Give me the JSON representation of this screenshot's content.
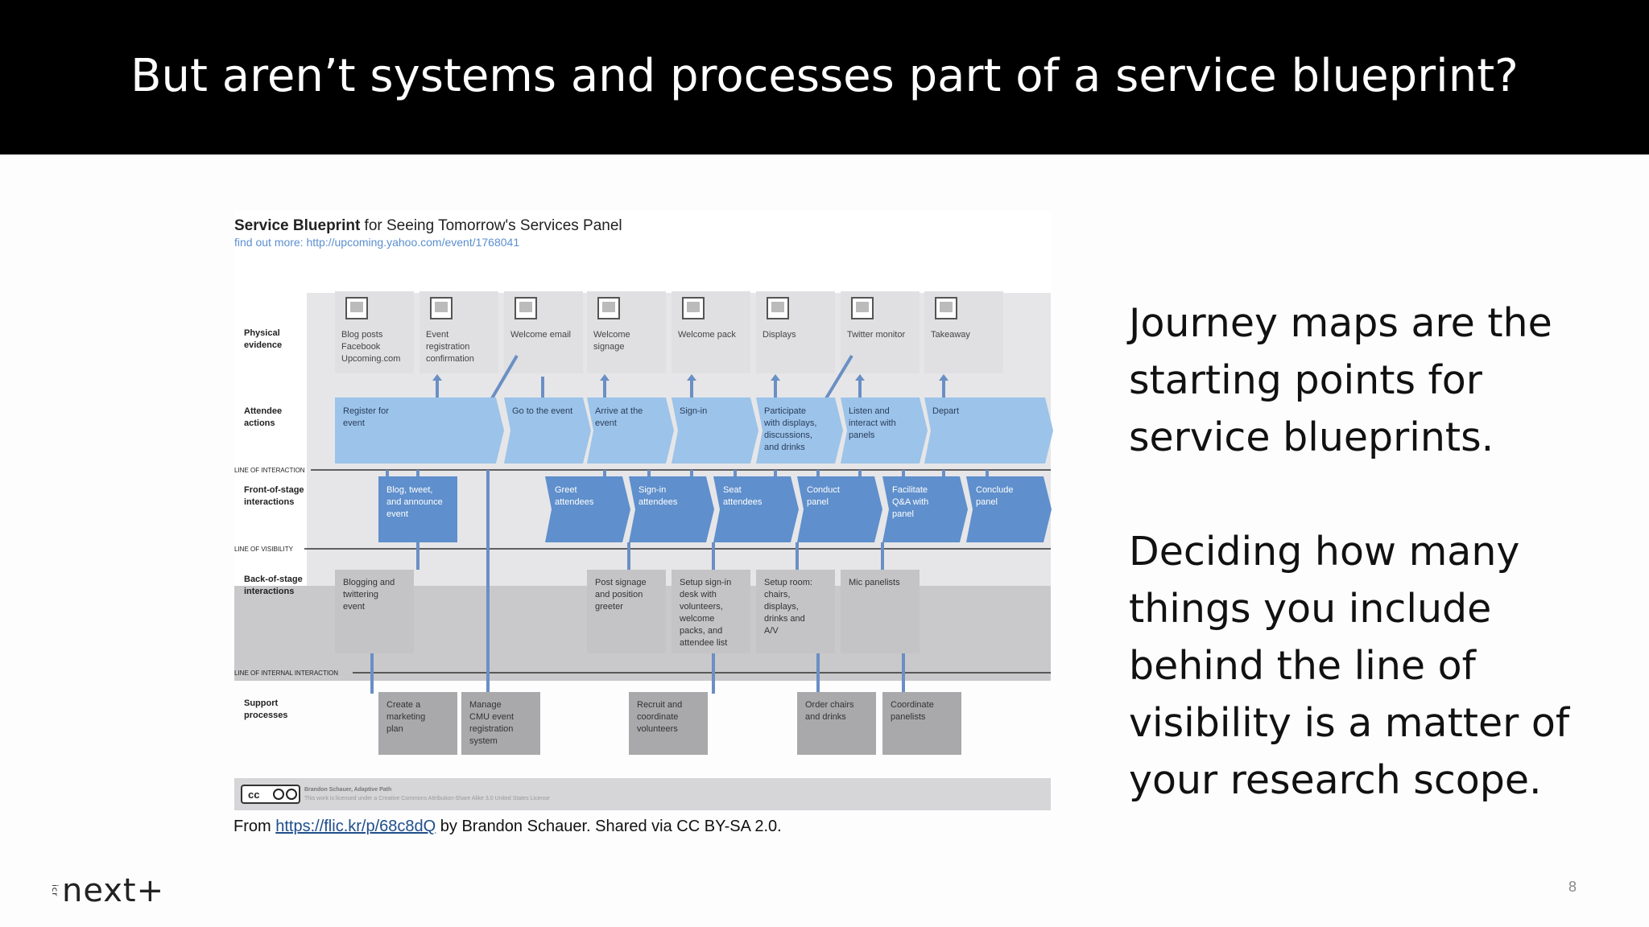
{
  "slide": {
    "title": "But aren’t systems and processes part of a service blueprint?",
    "paragraph_1": "Journey maps are the starting points for service blueprints.",
    "paragraph_2": "Deciding how many things you include behind the line of visibility is a matter of your research scope.",
    "caption_prefix": "From ",
    "caption_link": "https://flic.kr/p/68c8dQ",
    "caption_suffix": " by Brandon Schauer. Shared via CC BY-SA 2.0.",
    "logo": "next",
    "logo_small": "icr",
    "page_number": "8"
  },
  "blueprint": {
    "title_bold": "Service Blueprint",
    "title_rest": " for Seeing Tomorrow's Services Panel",
    "subtitle": "find out more: http://upcoming.yahoo.com/event/1768041",
    "row_labels": {
      "physical": [
        "Physical",
        "evidence"
      ],
      "attendee": [
        "Attendee",
        "actions"
      ],
      "front": [
        "Front-of-stage",
        "interactions"
      ],
      "back": [
        "Back-of-stage",
        "interactions"
      ],
      "support": [
        "Support",
        "processes"
      ]
    },
    "lines": {
      "interaction": "LINE OF INTERACTION",
      "visibility": "LINE OF VISIBILITY",
      "internal": "LINE OF INTERNAL INTERACTION"
    },
    "physical_evidence": [
      [
        "Blog posts",
        "Facebook",
        "Upcoming.com"
      ],
      [
        "Event",
        "registration",
        "confirmation"
      ],
      [
        "Welcome email"
      ],
      [
        "Welcome",
        "signage"
      ],
      [
        "Welcome pack"
      ],
      [
        "Displays"
      ],
      [
        "Twitter monitor"
      ],
      [
        "Takeaway"
      ]
    ],
    "attendee_actions": [
      [
        "Register for",
        "event"
      ],
      [
        "Go to the event"
      ],
      [
        "Arrive at the",
        "event"
      ],
      [
        "Sign-in"
      ],
      [
        "Participate",
        "with displays,",
        "discussions,",
        "and drinks"
      ],
      [
        "Listen and",
        "interact with",
        "panels"
      ],
      [
        "Depart"
      ]
    ],
    "front_stage": [
      [
        "Blog, tweet,",
        "and announce",
        "event"
      ],
      [
        "Greet",
        "attendees"
      ],
      [
        "Sign-in",
        "attendees"
      ],
      [
        "Seat",
        "attendees"
      ],
      [
        "Conduct",
        "panel"
      ],
      [
        "Facilitate",
        "Q&A with",
        "panel"
      ],
      [
        "Conclude",
        "panel"
      ]
    ],
    "back_stage": [
      [
        "Blogging and",
        "twittering",
        "event"
      ],
      [
        "Post signage",
        "and position",
        "greeter"
      ],
      [
        "Setup sign-in",
        "desk with",
        "volunteers,",
        "welcome",
        "packs, and",
        "attendee list"
      ],
      [
        "Setup room:",
        "chairs,",
        "displays,",
        "drinks and",
        "A/V"
      ],
      [
        "Mic panelists"
      ]
    ],
    "support": [
      [
        "Create a",
        "marketing",
        "plan"
      ],
      [
        "Manage",
        "CMU event",
        "registration",
        "system"
      ],
      [
        "Recruit and",
        "coordinate",
        "volunteers"
      ],
      [
        "Order chairs",
        "and drinks"
      ],
      [
        "Coordinate",
        "panelists"
      ]
    ],
    "license_author": "Brandon Schauer, Adaptive Path",
    "license_text": "This work is licensed under a Creative Commons Attribution-Share Alike 3.0 United States License",
    "license_badge": "cc",
    "colors": {
      "band_light": "#e6e6e8",
      "band_dark": "#c9c9cb",
      "attendee": "#9cc3e9",
      "front": "#5f8fcc",
      "box": "#c4c4c6",
      "phys_box": "#e0e0e2",
      "connector": "#6a8fc4"
    }
  }
}
